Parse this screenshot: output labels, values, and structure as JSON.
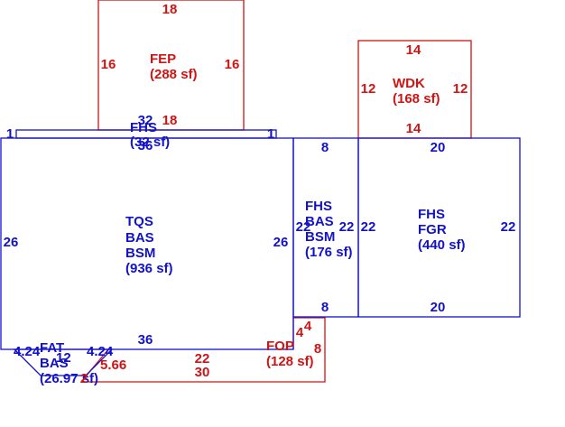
{
  "colors": {
    "main": "#1212c8",
    "porch": "#d01414"
  },
  "areas": {
    "fep": {
      "code": "FEP",
      "size": "(288 sf)"
    },
    "wdk": {
      "code": "WDK",
      "size": "(168 sf)"
    },
    "fhs_top": {
      "code": "FHS",
      "size": "(32 sf)"
    },
    "tqs": {
      "line1": "TQS",
      "line2": "BAS",
      "line3": "BSM",
      "size": "(936 sf)"
    },
    "fhs_mid": {
      "line1": "FHS",
      "line2": "BAS",
      "line3": "BSM",
      "size": "(176 sf)"
    },
    "fgr": {
      "line1": "FHS",
      "line2": "FGR",
      "size": "(440 sf)"
    },
    "fat": {
      "line1": "FAT",
      "line2": "BAS",
      "size": "(26.97 sf)"
    },
    "fop": {
      "code": "FOP",
      "size": "(128 sf)"
    }
  },
  "dims": {
    "fep_top": "18",
    "fep_left": "16",
    "fep_right": "16",
    "fep_bottom": "18",
    "wdk_top": "14",
    "wdk_left": "12",
    "wdk_right": "12",
    "wdk_bottom": "14",
    "strip_left": "1",
    "strip_right": "1",
    "strip_top": "32",
    "strip_bottom": "36",
    "tqs_left": "26",
    "tqs_right": "26",
    "tqs_bottom": "36",
    "mid_top": "8",
    "mid_left": "22",
    "mid_right": "22",
    "mid_bottom": "8",
    "fgr_top": "20",
    "fgr_left": "22",
    "fgr_right": "22",
    "fgr_bottom": "20",
    "fat_left": "4.24",
    "fat_right": "4.24",
    "fat_mid": "12",
    "fat_diag": "5.66",
    "fat_red": "2",
    "fop_a": "4",
    "fop_b": "4",
    "fop_right": "8",
    "fop_top": "22",
    "fop_bottom": "30"
  }
}
